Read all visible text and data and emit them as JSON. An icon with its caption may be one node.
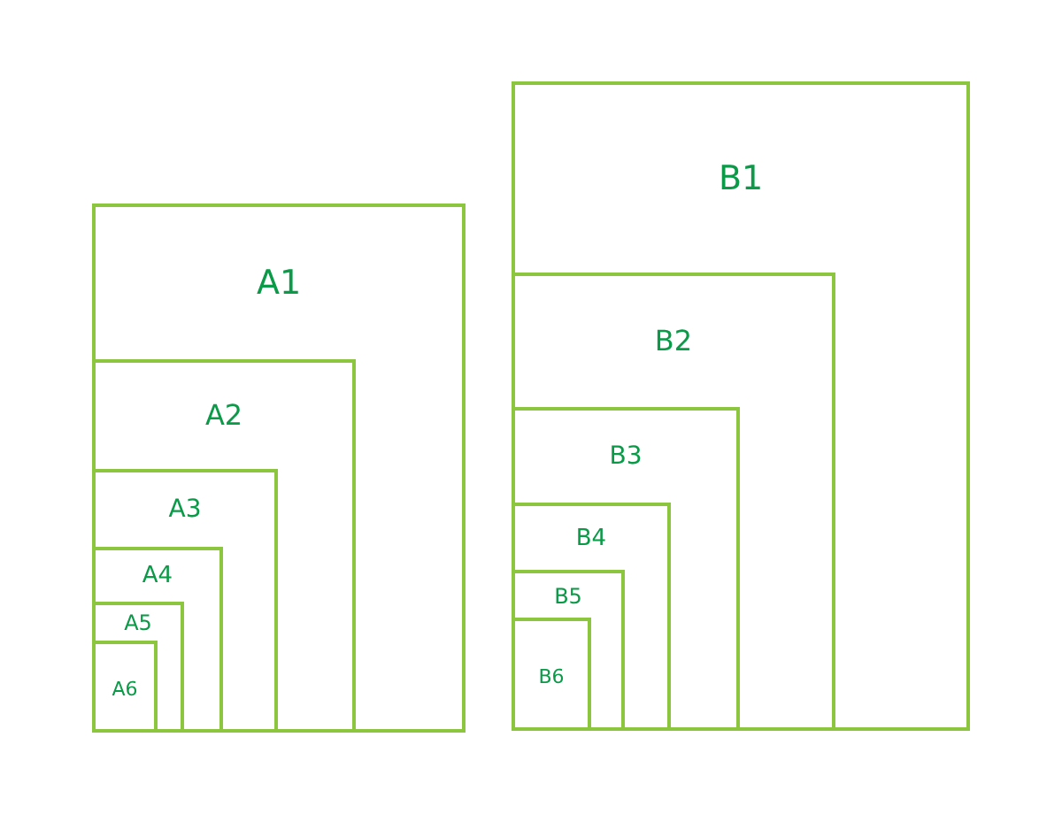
{
  "diagram": {
    "nodes": [
      {
        "text": [
          "A1"
        ]
      },
      {
        "text": [
          "A2"
        ],
        "in": 0
      },
      {
        "text": [
          "A3"
        ],
        "in": 1
      },
      {
        "text": [
          "A4"
        ],
        "in": 2
      },
      {
        "text": [
          "A5"
        ],
        "in": 3
      },
      {
        "text": [
          "A6"
        ],
        "in": 4
      },
      {
        "text": [
          "B1"
        ]
      },
      {
        "text": [
          "B2"
        ],
        "in": 6
      },
      {
        "text": [
          "B3"
        ],
        "in": 7
      },
      {
        "text": [
          "B4"
        ],
        "in": 8
      },
      {
        "text": [
          "B5"
        ],
        "in": 9
      },
      {
        "text": [
          "B6"
        ],
        "in": 10
      }
    ]
  }
}
